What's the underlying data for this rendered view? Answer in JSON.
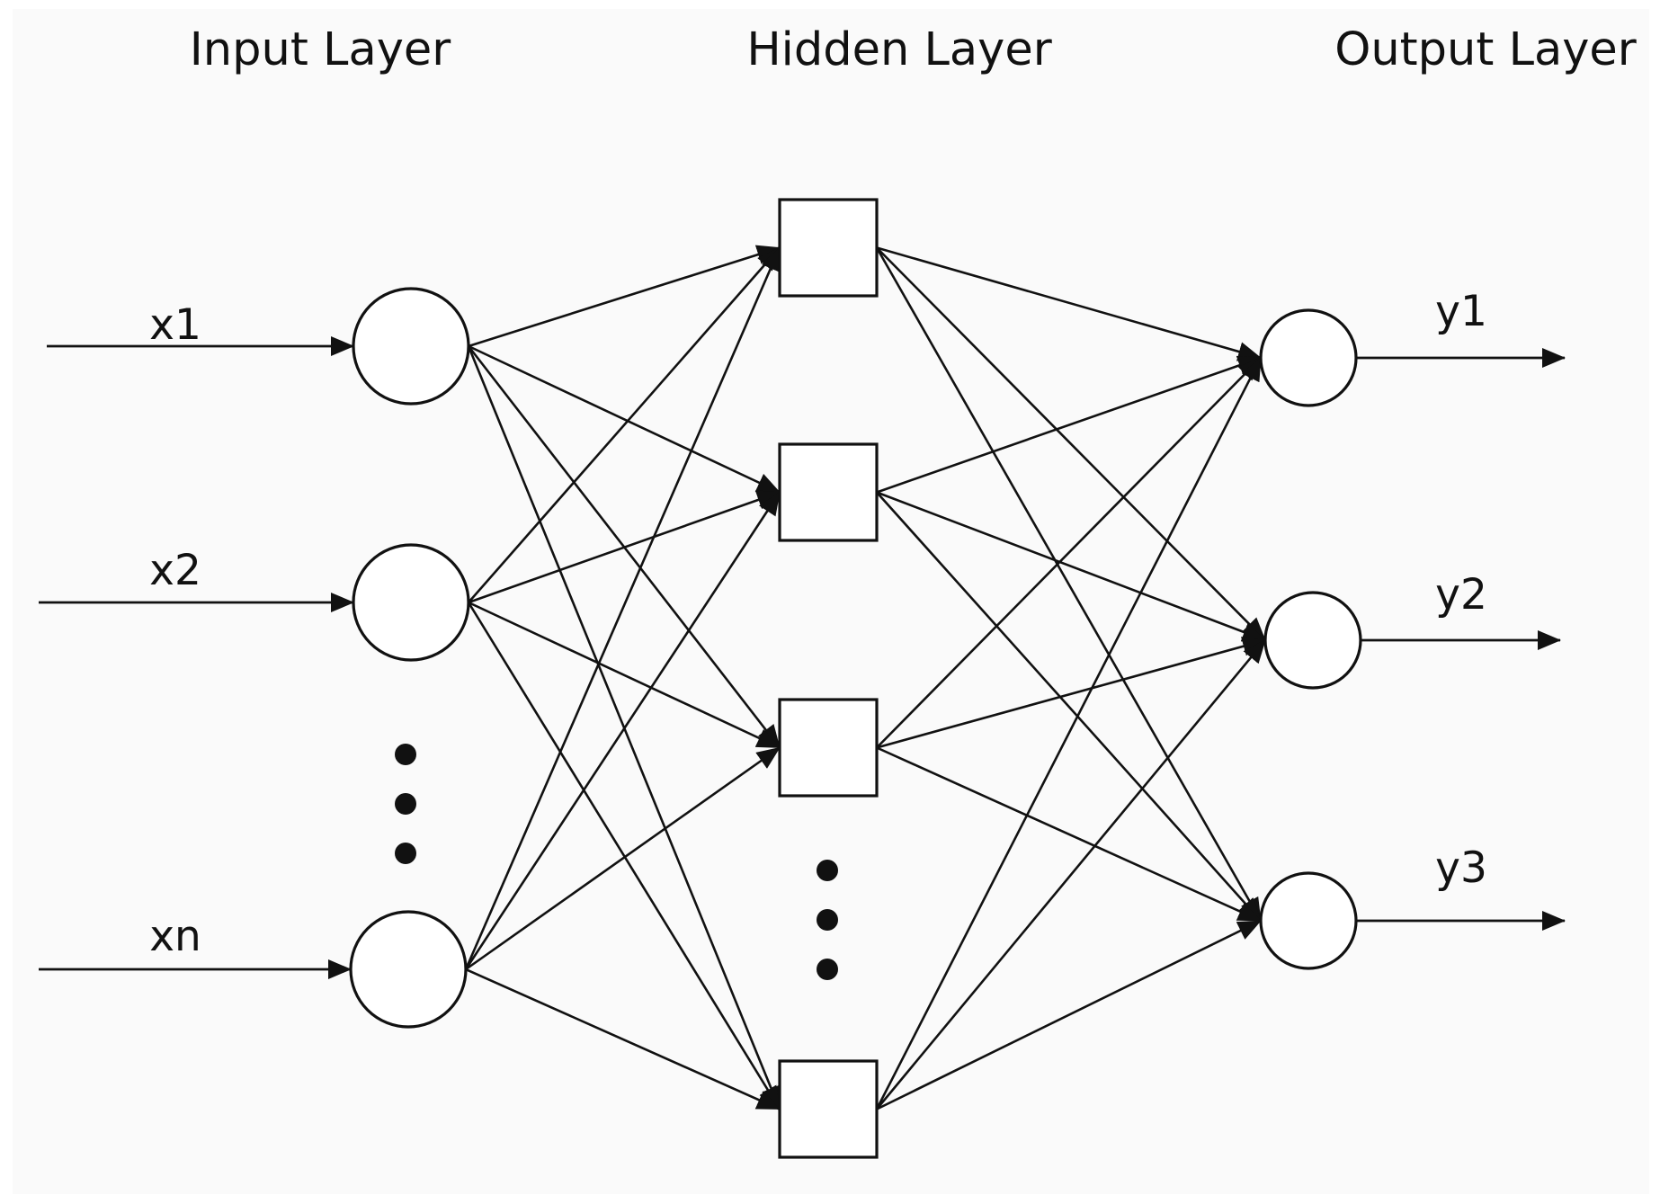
{
  "diagram": {
    "colors": {
      "stroke": "#111111",
      "node_fill": "#ffffff",
      "background": "#fafafa"
    },
    "layers": [
      {
        "id": "input",
        "title": "Input Layer",
        "node_shape": "circle",
        "nodes": [
          {
            "id": "in1",
            "label": "x1"
          },
          {
            "id": "in2",
            "label": "x2"
          },
          {
            "id": "inN",
            "label": "xn"
          }
        ],
        "has_ellipsis": true
      },
      {
        "id": "hidden",
        "title": "Hidden Layer",
        "node_shape": "square",
        "nodes": [
          {
            "id": "h1"
          },
          {
            "id": "h2"
          },
          {
            "id": "h3"
          },
          {
            "id": "hN"
          }
        ],
        "has_ellipsis": true
      },
      {
        "id": "output",
        "title": "Output Layer",
        "node_shape": "circle",
        "nodes": [
          {
            "id": "out1",
            "label": "y1"
          },
          {
            "id": "out2",
            "label": "y2"
          },
          {
            "id": "out3",
            "label": "y3"
          }
        ],
        "has_ellipsis": false
      }
    ],
    "connectivity": "fully-connected",
    "arrows": "directed"
  }
}
